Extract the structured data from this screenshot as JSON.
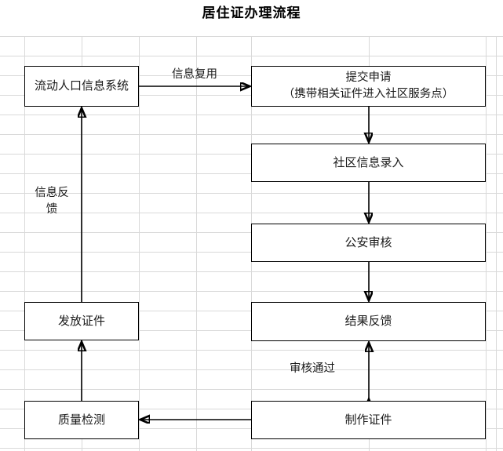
{
  "title": "居住证办理流程",
  "chart_data": {
    "type": "diagram",
    "title": "居住证办理流程",
    "nodes": [
      {
        "id": "floating-population-system",
        "label": "流动人口信息系统",
        "column": "left",
        "row": 1
      },
      {
        "id": "submit-application",
        "label": "提交申请\n（携带相关证件进入社区服务点）",
        "column": "right",
        "row": 1
      },
      {
        "id": "community-data-entry",
        "label": "社区信息录入",
        "column": "right",
        "row": 2
      },
      {
        "id": "public-security-review",
        "label": "公安审核",
        "column": "right",
        "row": 3
      },
      {
        "id": "result-feedback",
        "label": "结果反馈",
        "column": "right",
        "row": 4
      },
      {
        "id": "issue-certificate",
        "label": "发放证件",
        "column": "left",
        "row": 4
      },
      {
        "id": "make-certificate",
        "label": "制作证件",
        "column": "right",
        "row": 5
      },
      {
        "id": "quality-inspection",
        "label": "质量检测",
        "column": "left",
        "row": 5
      }
    ],
    "edges": [
      {
        "id": "reuse",
        "from": "floating-population-system",
        "to": "submit-application",
        "label": "信息复用",
        "direction": "right"
      },
      {
        "id": "to-entry",
        "from": "submit-application",
        "to": "community-data-entry",
        "label": "",
        "direction": "down"
      },
      {
        "id": "to-review",
        "from": "community-data-entry",
        "to": "public-security-review",
        "label": "",
        "direction": "down"
      },
      {
        "id": "to-result",
        "from": "public-security-review",
        "to": "result-feedback",
        "label": "",
        "direction": "down"
      },
      {
        "id": "approved",
        "from": "make-certificate",
        "to": "result-feedback",
        "label": "审核通过",
        "direction": "both"
      },
      {
        "id": "to-quality",
        "from": "make-certificate",
        "to": "quality-inspection",
        "label": "",
        "direction": "left"
      },
      {
        "id": "to-issue",
        "from": "quality-inspection",
        "to": "issue-certificate",
        "label": "",
        "direction": "up"
      },
      {
        "id": "feedback-up",
        "from": "issue-certificate",
        "to": "floating-population-system",
        "label": "信息反\n馈",
        "direction": "up"
      }
    ]
  },
  "nodes": {
    "floating_population_system": "流动人口信息系统",
    "submit_application": "提交申请\n（携带相关证件进入社区服务点）",
    "community_data_entry": "社区信息录入",
    "public_security_review": "公安审核",
    "result_feedback": "结果反馈",
    "issue_certificate": "发放证件",
    "make_certificate": "制作证件",
    "quality_inspection": "质量检测"
  },
  "labels": {
    "information_reuse": "信息复用",
    "information_feedback": "信息反\n馈",
    "review_approved": "审核通过"
  },
  "colors": {
    "stroke": "#000000",
    "text": "#1a1a1a",
    "background": "#ffffff",
    "gridline": "#d9d9d9"
  }
}
